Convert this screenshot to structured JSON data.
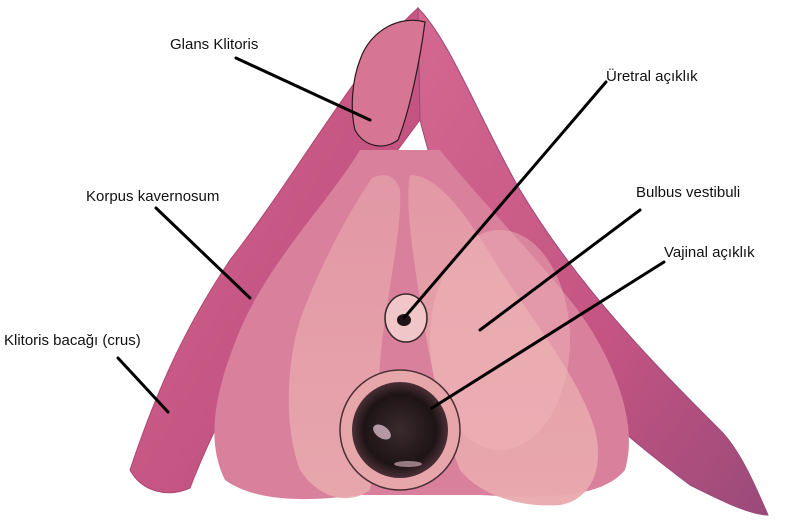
{
  "labels": {
    "glans": "Glans Klitoris",
    "urethral": "Üretral açıklık",
    "corpus": "Korpus kavernosum",
    "bulbus": "Bulbus vestibuli",
    "vaginal": "Vajinal açıklık",
    "crus": "Klitoris bacağı (crus)"
  },
  "colors": {
    "crus_outer": "#c9557f",
    "crus_shade": "#a8406c",
    "corpus_body": "#d9809d",
    "bulb_body": "#e6a2aa",
    "bulb_highlight": "#efb9bb",
    "glans": "#d77595",
    "opening_dark": "#241a1c",
    "leader_line": "#000000",
    "label_text": "#111111"
  }
}
